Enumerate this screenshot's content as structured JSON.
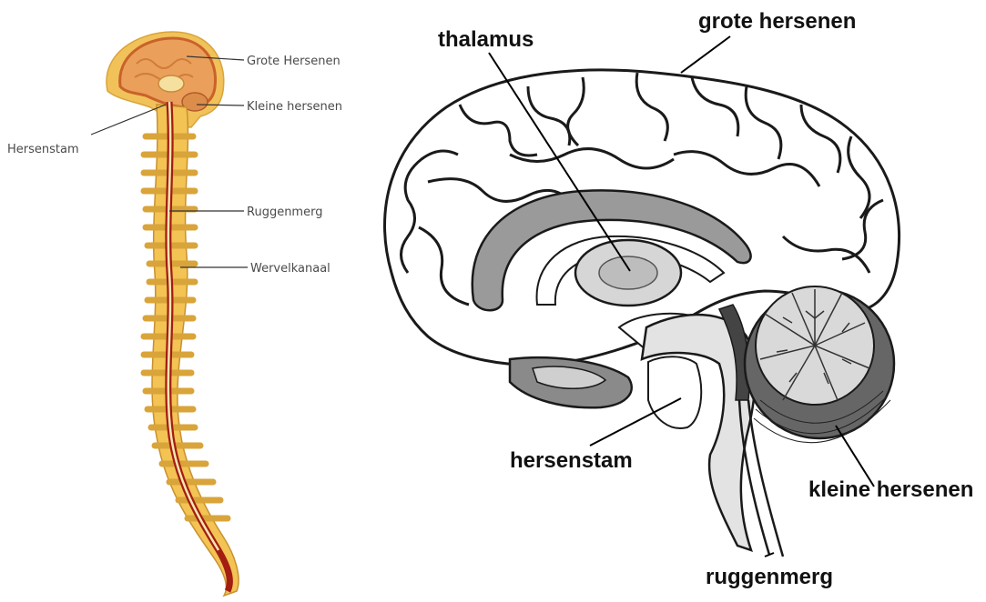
{
  "left_diagram": {
    "labels": {
      "grote_hersenen": "Grote Hersenen",
      "kleine_hersenen": "Kleine hersenen",
      "hersenstam": "Hersenstam",
      "ruggenmerg": "Ruggenmerg",
      "wervelkanaal": "Wervelkanaal"
    }
  },
  "right_diagram": {
    "labels": {
      "thalamus": "thalamus",
      "grote_hersenen": "grote hersenen",
      "hersenstam": "hersenstam",
      "kleine_hersenen": "kleine hersenen",
      "ruggenmerg": "ruggenmerg"
    }
  }
}
